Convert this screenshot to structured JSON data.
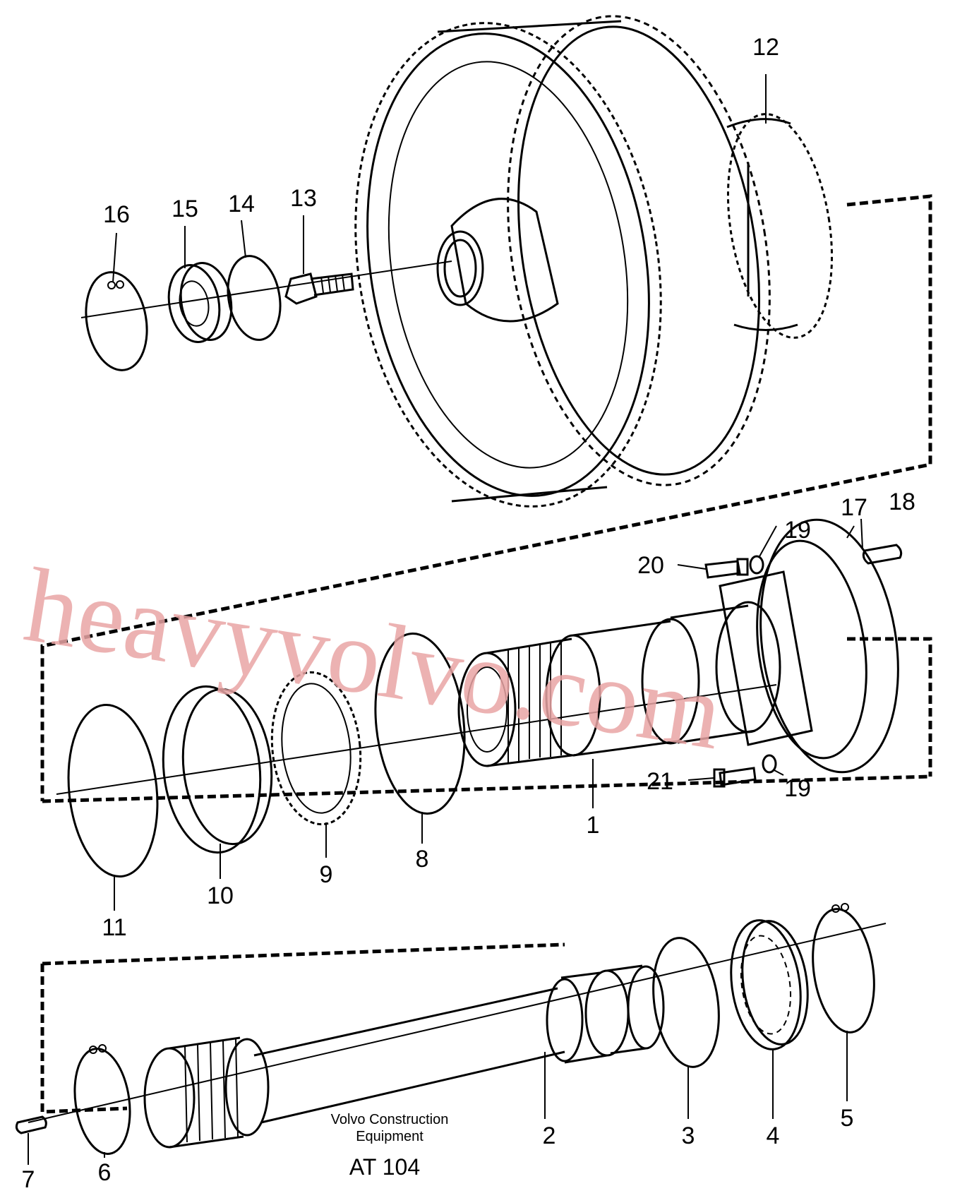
{
  "title": "",
  "watermark": "heavyvolvo.com",
  "credit": {
    "line1": "Volvo Construction",
    "line2": "Equipment"
  },
  "figure_code": "AT 104",
  "part_labels": {
    "p1": "1",
    "p2": "2",
    "p3": "3",
    "p4": "4",
    "p5": "5",
    "p6": "6",
    "p7": "7",
    "p8": "8",
    "p9": "9",
    "p10": "10",
    "p11": "11",
    "p12": "12",
    "p13": "13",
    "p14": "14",
    "p15": "15",
    "p16": "16",
    "p17": "17",
    "p18": "18",
    "p19a": "19",
    "p19b": "19",
    "p20": "20",
    "p21": "21"
  }
}
